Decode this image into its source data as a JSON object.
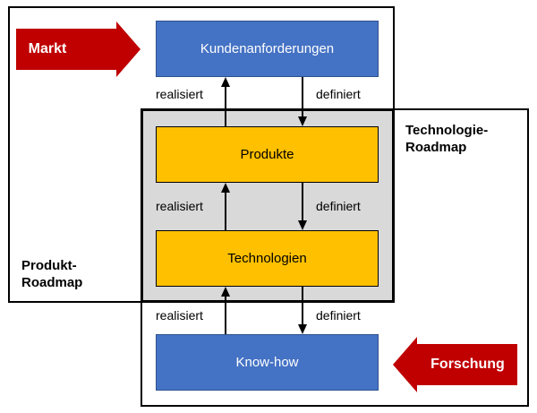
{
  "boxes": {
    "kundenanforderungen": "Kundenanforderungen",
    "produkte": "Produkte",
    "technologien": "Technologien",
    "knowhow": "Know-how"
  },
  "edge_labels": {
    "realisiert_1": "realisiert",
    "definiert_1": "definiert",
    "realisiert_2": "realisiert",
    "definiert_2": "definiert",
    "realisiert_3": "realisiert",
    "definiert_3": "definiert"
  },
  "frames": {
    "produkt_roadmap": [
      "Produkt-",
      "Roadmap"
    ],
    "technologie_roadmap": [
      "Technologie-",
      "Roadmap"
    ]
  },
  "inputs": {
    "markt": "Markt",
    "forschung": "Forschung"
  },
  "colors": {
    "blue_box": "#4472c4",
    "yellow_box": "#ffc000",
    "grey_overlap": "#d9d9d9",
    "red_arrow": "#c00000"
  }
}
